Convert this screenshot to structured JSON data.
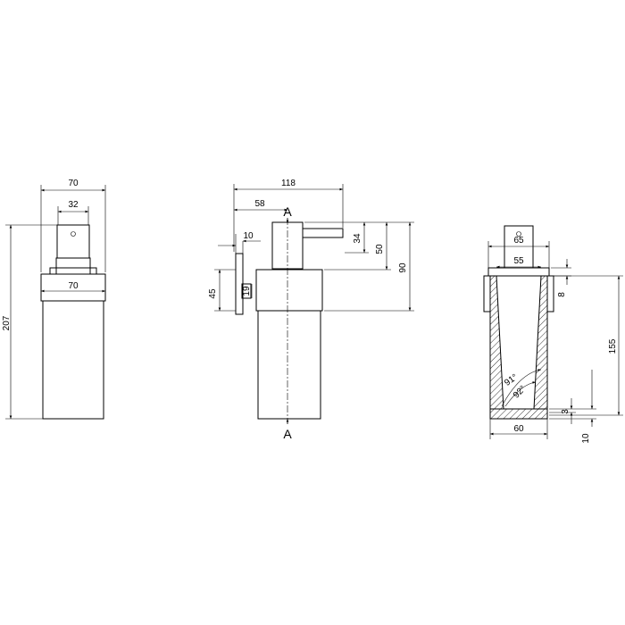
{
  "front_view": {
    "dim_top_width": "70",
    "dim_head_width": "32",
    "dim_mid_width": "70",
    "dim_height": "207"
  },
  "side_view": {
    "dim_total_width": "118",
    "dim_spout": "58",
    "dim_wall_plate": "10",
    "dim_plate_height": "45",
    "dim_plate_small": "19",
    "dim_spout_height": "34",
    "dim_pump_height": "50",
    "dim_cup_height": "90",
    "section_label_top": "A",
    "section_label_bottom": "A"
  },
  "section_view": {
    "dim_top_outer": "65",
    "dim_top_inner": "55",
    "dim_rim": "8",
    "dim_height": "155",
    "angle_outer": "91°",
    "angle_inner": "92°",
    "dim_base_width": "60",
    "dim_floor": "3",
    "dim_base": "10"
  }
}
